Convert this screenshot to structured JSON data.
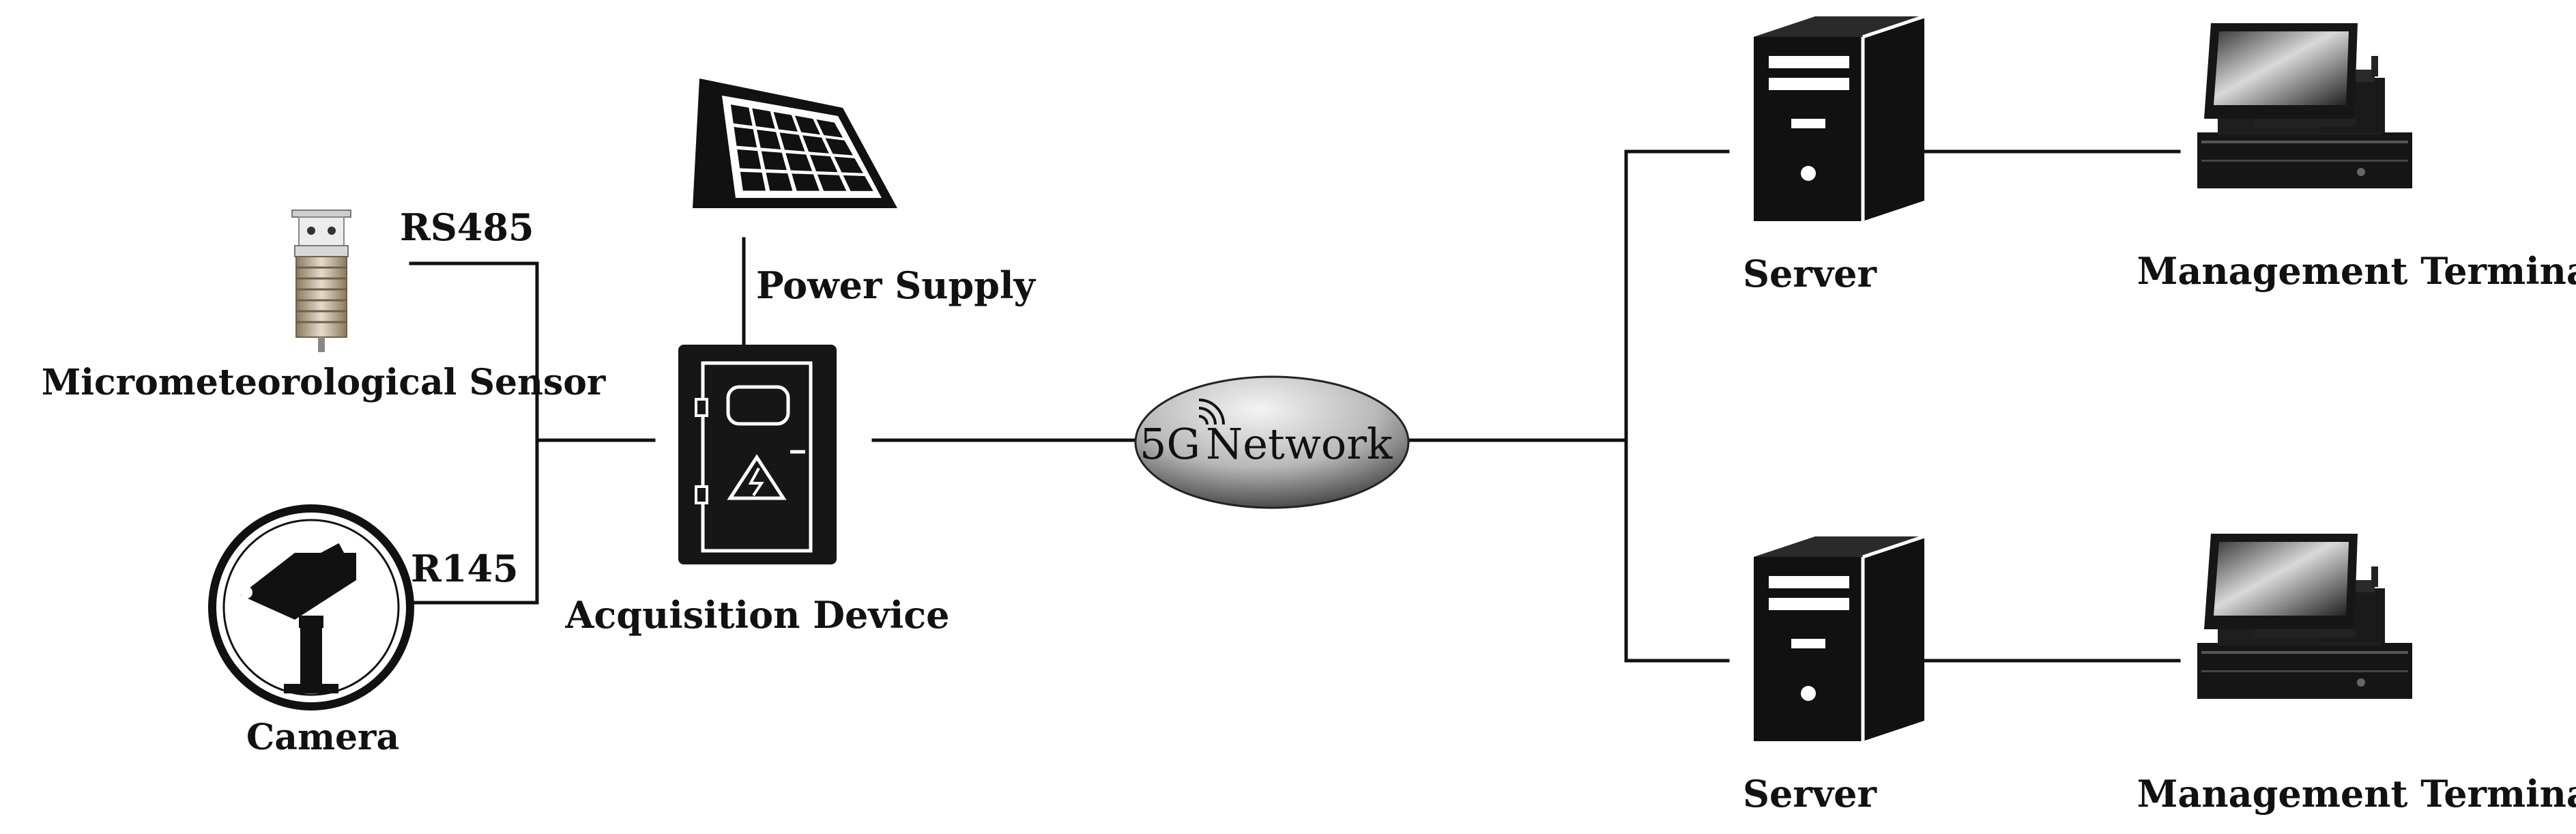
{
  "labels": {
    "sensor": "Micrometeorological Sensor",
    "rs485": "RS485",
    "camera": "Camera",
    "r145": "R145",
    "power": "Power Supply",
    "acq": "Acquisition Device",
    "network_5g": "5G",
    "network_word": "Network",
    "server_top": "Server",
    "server_bottom": "Server",
    "term_top": "Management Terminal",
    "term_bottom": "Management Terminal"
  },
  "icons": {
    "sensor": "weather-station-icon",
    "camera": "cctv-camera-icon",
    "solar": "solar-panel-icon",
    "cabinet": "electrical-cabinet-icon",
    "network": "network-cloud-icon",
    "server": "server-tower-icon",
    "terminal": "pos-terminal-icon"
  },
  "colors": {
    "ink": "#111111",
    "background": "#ffffff"
  }
}
